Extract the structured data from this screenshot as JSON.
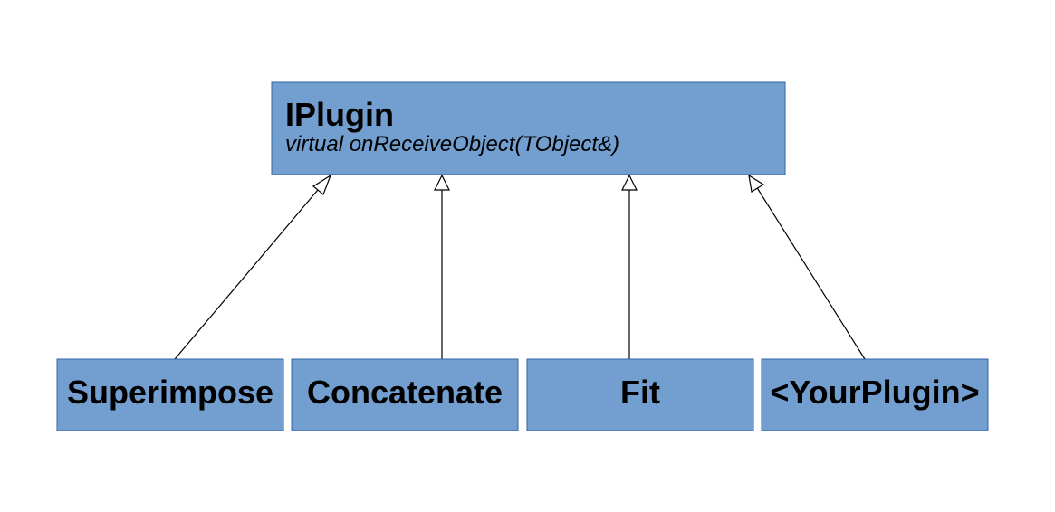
{
  "colors": {
    "box_fill": "#729fcf",
    "box_stroke": "#3465a4",
    "line": "#000000",
    "arrowhead_fill": "#ffffff"
  },
  "parent": {
    "name": "IPlugin",
    "method": "virtual onReceiveObject(TObject&)"
  },
  "children": [
    {
      "name": "Superimpose"
    },
    {
      "name": "Concatenate"
    },
    {
      "name": "Fit"
    },
    {
      "name": "<YourPlugin>"
    }
  ],
  "relationship": "inheritance"
}
